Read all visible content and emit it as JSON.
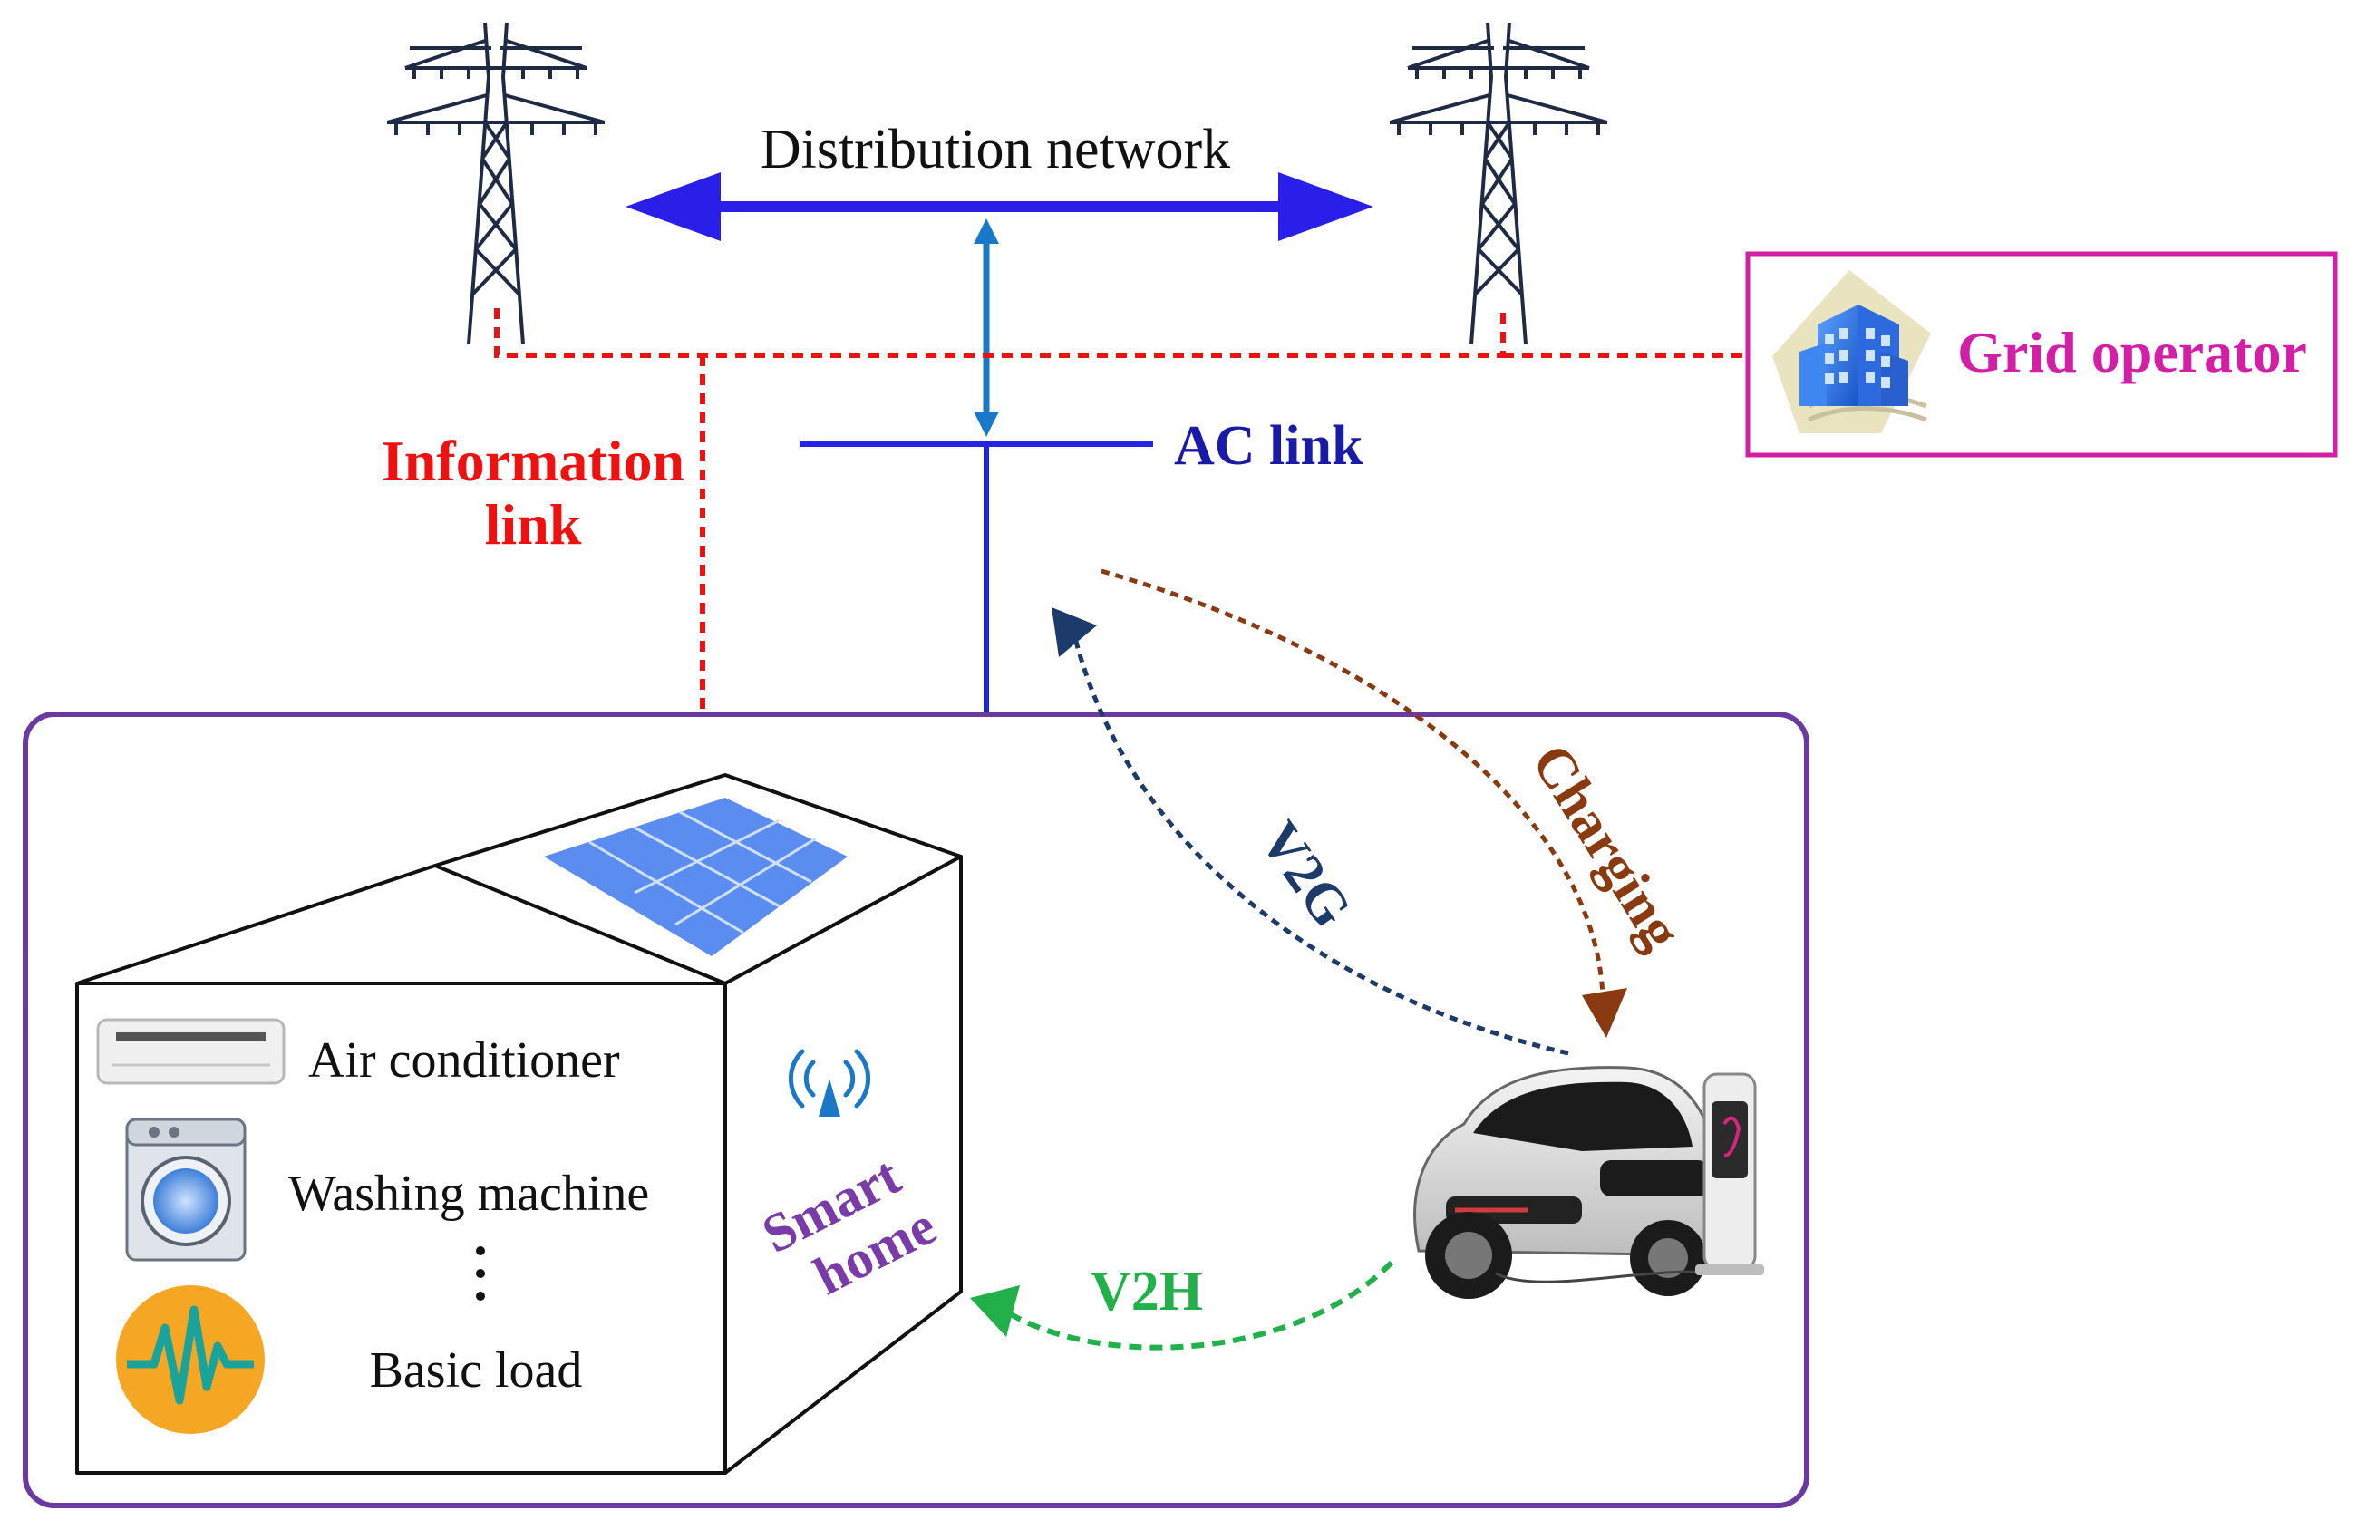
{
  "labels": {
    "distribution_network": "Distribution network",
    "ac_link": "AC link",
    "information_link_line1": "Information",
    "information_link_line2": "link",
    "grid_operator": "Grid operator",
    "v2g": "V2G",
    "charging": "Charging",
    "v2h": "V2H",
    "smart_home_line1": "Smart",
    "smart_home_line2": "home",
    "air_conditioner": "Air conditioner",
    "washing_machine": "Washing machine",
    "basic_load": "Basic load"
  },
  "colors": {
    "power_line": "#2424e6",
    "distribution_arrow": "#2a1fe8",
    "ac_arrow": "#1a78c8",
    "information_link": "#ee1111",
    "grid_operator": "#d21fa6",
    "smart_home_border": "#6a3aa2",
    "smart_home_text": "#7a3aa8",
    "v2g": "#1c3a6a",
    "charging": "#8a3a10",
    "v2h": "#22b04a",
    "tower": "#1f2b45",
    "solar_panel": "#5b8df0",
    "basic_load_icon": "#f5a623"
  },
  "icons": {
    "towers": [
      "transmission-tower-icon",
      "transmission-tower-icon"
    ],
    "grid_operator": "office-building-icon",
    "wifi": "wifi-antenna-icon",
    "air_conditioner": "air-conditioner-icon",
    "washing_machine": "washing-machine-icon",
    "basic_load": "waveform-icon",
    "car": "electric-car-icon",
    "charger": "charging-station-icon"
  }
}
